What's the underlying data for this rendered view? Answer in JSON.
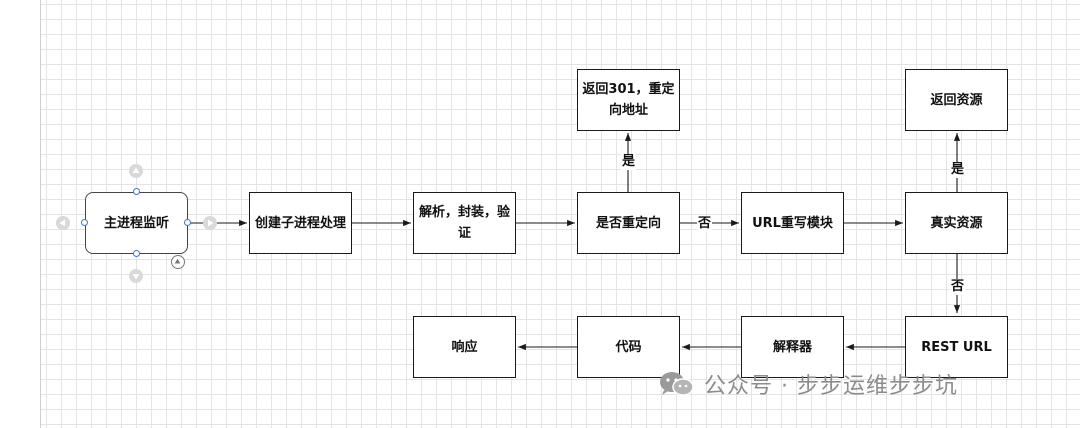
{
  "diagram": {
    "nodes": {
      "main_listen": "主进程监听",
      "create_child": "创建子进程处理",
      "parse_verify": "解析，封装，验证",
      "is_redirect": "是否重定向",
      "return_301": "返回301，重定向地址",
      "url_rewrite": "URL重写模块",
      "real_resource": "真实资源",
      "return_resource": "返回资源",
      "rest_url": "REST URL",
      "interpreter": "解释器",
      "code": "代码",
      "response": "响应"
    },
    "edge_labels": {
      "redirect_yes": "是",
      "redirect_no": "否",
      "resource_yes": "是",
      "resource_no": "否"
    },
    "line_color": "#1a1a1a",
    "selection_color": "#3a7bd5"
  },
  "watermark": {
    "text": "公众号 · 步步运维步步坑",
    "icon": "wechat-icon"
  }
}
